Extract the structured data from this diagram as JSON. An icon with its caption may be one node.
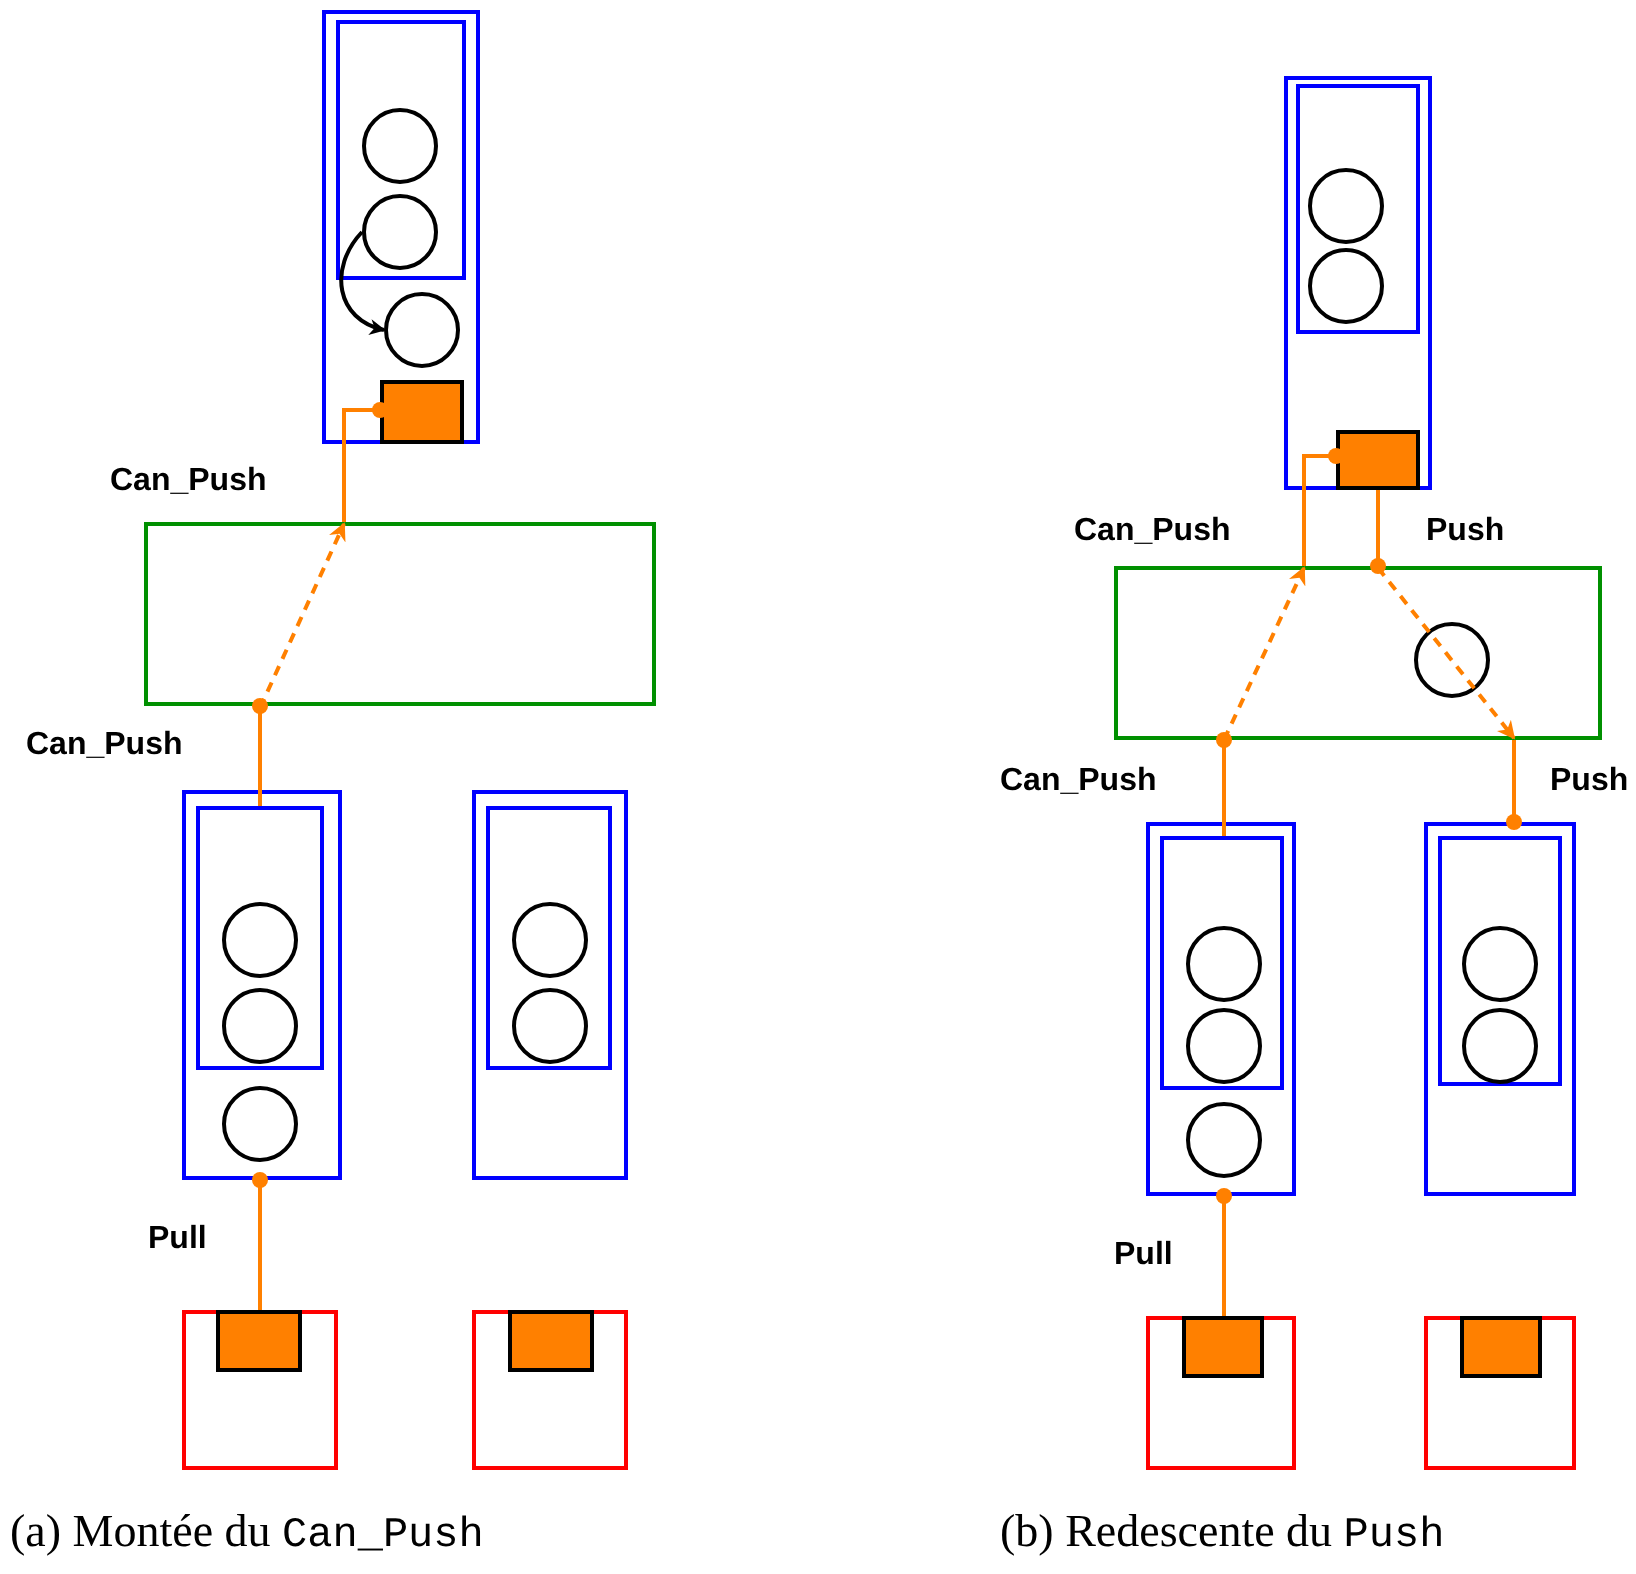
{
  "diagram": {
    "nodes": [
      {
        "text": [],
        "shape": "box"
      },
      {
        "text": [],
        "shape": "box",
        "in": 0
      },
      {
        "text": [],
        "shape": "circle",
        "in": 1
      },
      {
        "text": [],
        "shape": "circle",
        "in": 1
      },
      {
        "text": [],
        "shape": "circle",
        "in": 0
      },
      {
        "text": [],
        "shape": "box",
        "in": 0
      },
      {
        "text": [],
        "shape": "box"
      },
      {
        "text": [],
        "shape": "box"
      },
      {
        "text": [],
        "shape": "box",
        "in": 7
      },
      {
        "text": [],
        "shape": "circle",
        "in": 8
      },
      {
        "text": [],
        "shape": "circle",
        "in": 8
      },
      {
        "text": [],
        "shape": "circle",
        "in": 7
      },
      {
        "text": [],
        "shape": "box"
      },
      {
        "text": [],
        "shape": "box",
        "in": 12
      },
      {
        "text": [],
        "shape": "circle",
        "in": 13
      },
      {
        "text": [],
        "shape": "circle",
        "in": 13
      },
      {
        "text": [],
        "shape": "box"
      },
      {
        "text": [],
        "shape": "box",
        "in": 16
      },
      {
        "text": [],
        "shape": "box"
      },
      {
        "text": [],
        "shape": "box",
        "in": 18
      },
      {
        "text": [],
        "shape": "box"
      },
      {
        "text": [],
        "shape": "box",
        "in": 20
      },
      {
        "text": [],
        "shape": "circle",
        "in": 21
      },
      {
        "text": [],
        "shape": "circle",
        "in": 21
      },
      {
        "text": [],
        "shape": "box",
        "in": 20
      },
      {
        "text": [],
        "shape": "box"
      },
      {
        "text": [],
        "shape": "circle",
        "in": 25
      },
      {
        "text": [],
        "shape": "box"
      },
      {
        "text": [],
        "shape": "box",
        "in": 27
      },
      {
        "text": [],
        "shape": "circle",
        "in": 28
      },
      {
        "text": [],
        "shape": "circle",
        "in": 28
      },
      {
        "text": [],
        "shape": "circle",
        "in": 27
      },
      {
        "text": [],
        "shape": "box"
      },
      {
        "text": [],
        "shape": "box",
        "in": 32
      },
      {
        "text": [],
        "shape": "circle",
        "in": 33
      },
      {
        "text": [],
        "shape": "circle",
        "in": 33
      },
      {
        "text": [],
        "shape": "box"
      },
      {
        "text": [],
        "shape": "box",
        "in": 36
      },
      {
        "text": [],
        "shape": "box"
      },
      {
        "text": [],
        "shape": "box",
        "in": 38
      }
    ],
    "edges": [
      {
        "from": 3,
        "to": 4,
        "arrow": "to",
        "color": "#000000"
      },
      {
        "from": 6,
        "to": 5,
        "arrow": "other",
        "label": "Can_Push"
      },
      {
        "from": 8,
        "to": 6,
        "arrow": "other",
        "label": "Can_Push"
      },
      {
        "from": 17,
        "to": 7,
        "arrow": "other",
        "label": "Pull"
      },
      {
        "from": 25,
        "to": 24,
        "arrow": "other",
        "label": "Can_Push"
      },
      {
        "from": 24,
        "to": 25,
        "arrow": "other",
        "label": "Push"
      },
      {
        "from": 28,
        "to": 25,
        "arrow": "other",
        "label": "Can_Push"
      },
      {
        "from": 25,
        "to": 32,
        "arrow": "other",
        "label": "Push"
      },
      {
        "from": 37,
        "to": 27,
        "arrow": "other",
        "label": "Pull"
      }
    ],
    "labels": [
      "(a) Montée du Can_Push",
      "(b) Redescente du Push"
    ]
  }
}
